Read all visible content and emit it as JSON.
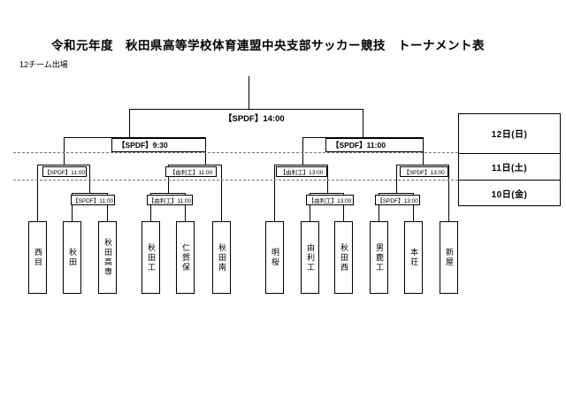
{
  "title": "令和元年度　秋田県高等学校体育連盟中央支部サッカー競技　トーナメント表",
  "subtitle": "12チーム出場",
  "teams": [
    "西目",
    "秋田",
    "秋田高専",
    "秋田工",
    "仁賀保",
    "秋田南",
    "明桜",
    "由利工",
    "秋田西",
    "男鹿工",
    "本荘",
    "新屋"
  ],
  "matches": {
    "final": "【SPDF】14:00",
    "sf_left": "【SPDF】9:30",
    "sf_right": "【SPDF】11:00",
    "qf1": "【SPDF】11:00",
    "qf2": "【由利工】11:00",
    "qf3": "【由利工】13:00",
    "qf4": "【SPDF】13:00",
    "r1a": "【SPDF】11:00",
    "r1b": "【由利工】11:00",
    "r1c": "【由利工】13:00",
    "r1d": "【SPDF】13:00"
  },
  "dates": [
    "12日(日)",
    "11日(土)",
    "10日(金)"
  ],
  "colors": {
    "line": "#000000",
    "dashed_line": "#777777",
    "background": "#ffffff",
    "text": "#000000"
  }
}
